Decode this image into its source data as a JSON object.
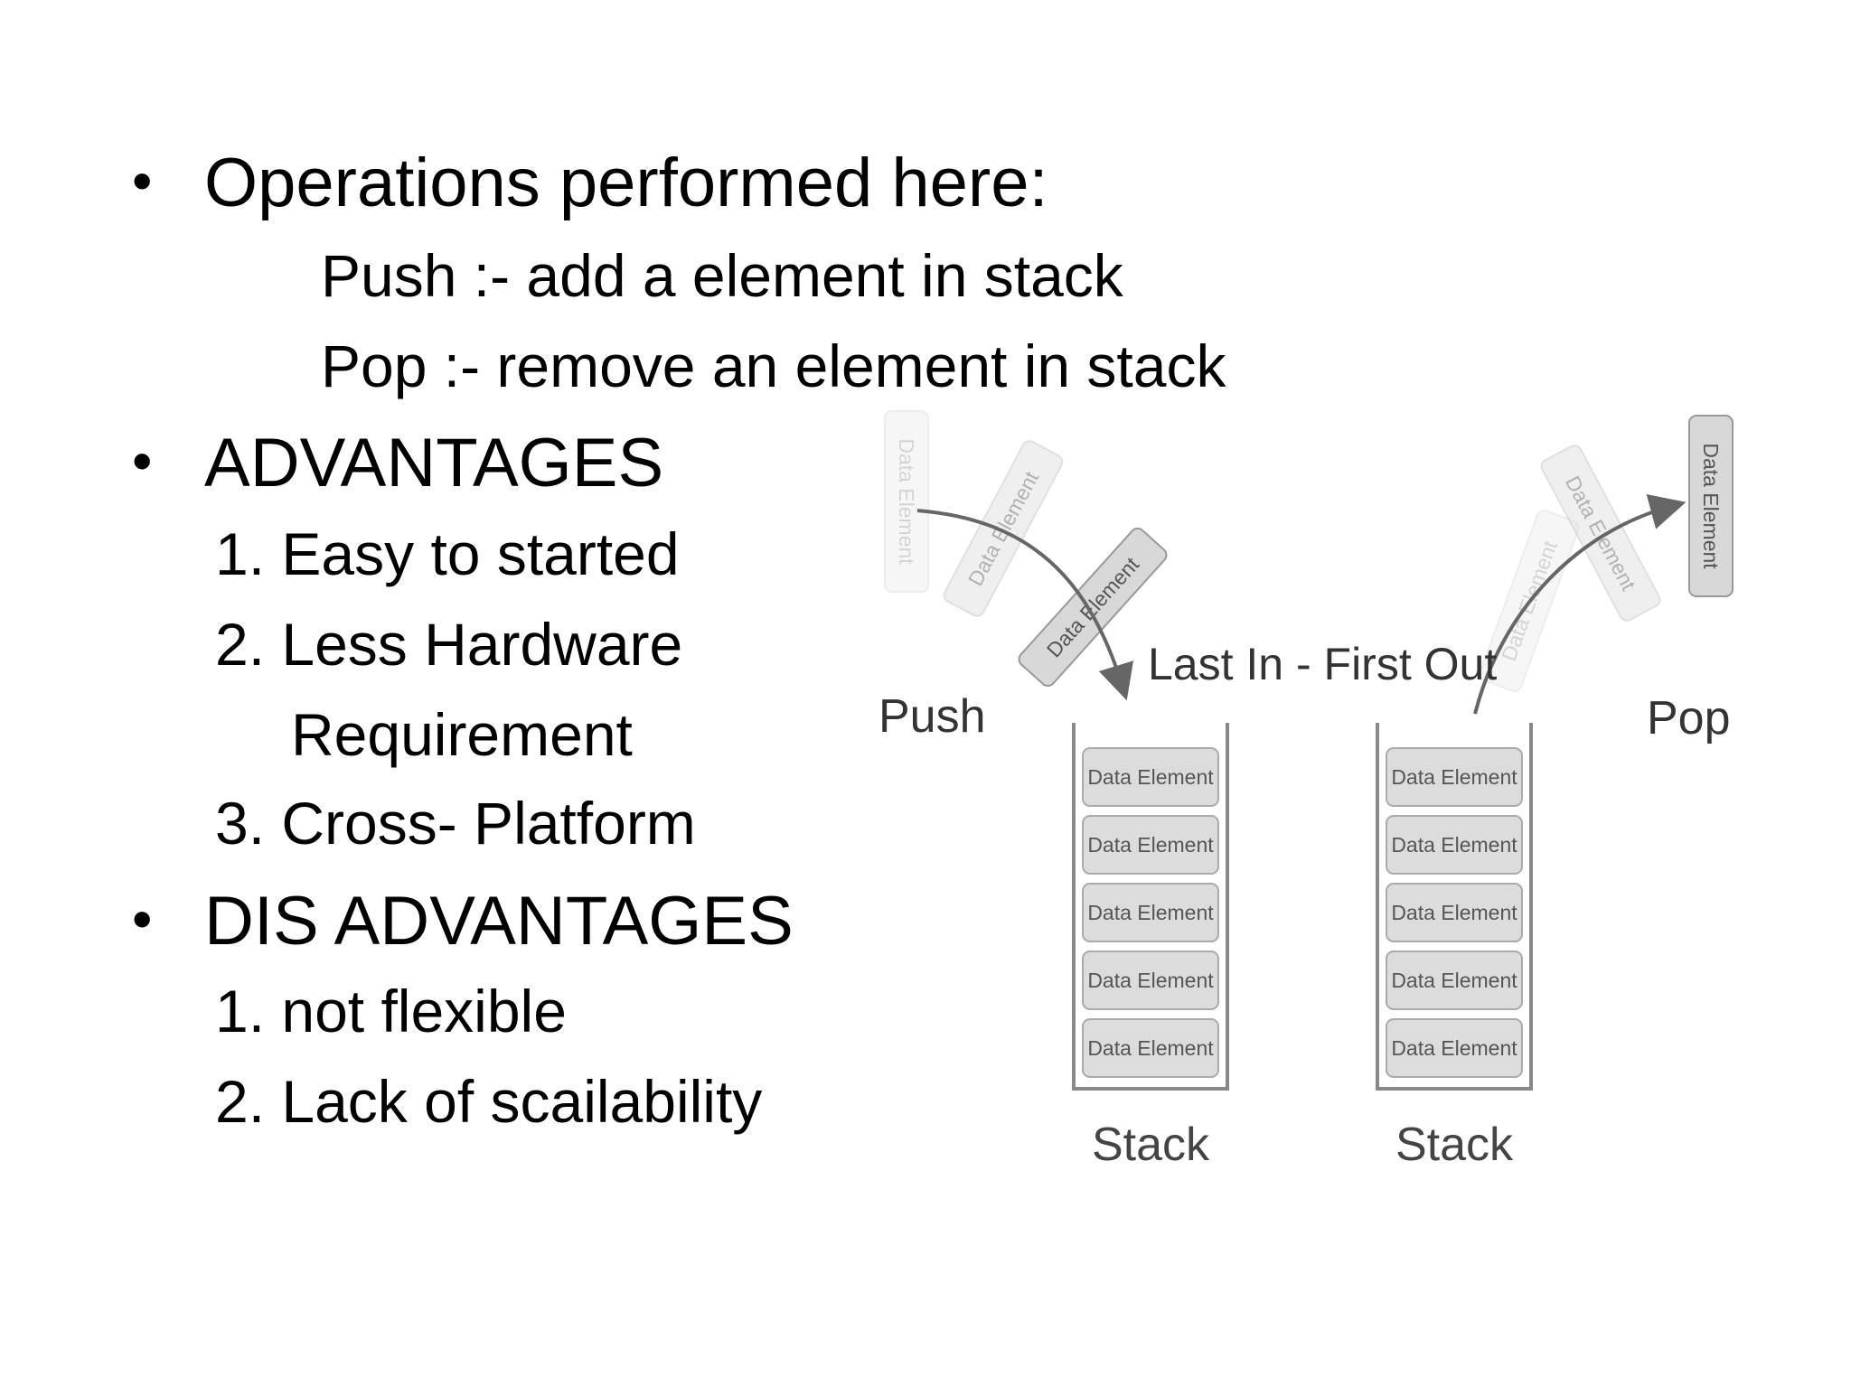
{
  "slide": {
    "operations": {
      "heading": "Operations performed here:",
      "push": "Push :- add a element in stack",
      "pop": "Pop :- remove an element in stack"
    },
    "advantages": {
      "heading": "ADVANTAGES",
      "items": [
        "1.   Easy to started",
        "2.   Less Hardware",
        "Requirement",
        "3. Cross- Platform"
      ]
    },
    "disadvantages": {
      "heading": "DIS ADVANTAGES",
      "items": [
        "1.   not flexible",
        "2.   Lack of scailability"
      ]
    },
    "bullet_char": "•"
  },
  "diagram": {
    "title": "Last In - First Out",
    "push_label": "Push",
    "pop_label": "Pop",
    "stack_label": "Stack",
    "element_label": "Data Element",
    "elements_per_stack": 5
  }
}
